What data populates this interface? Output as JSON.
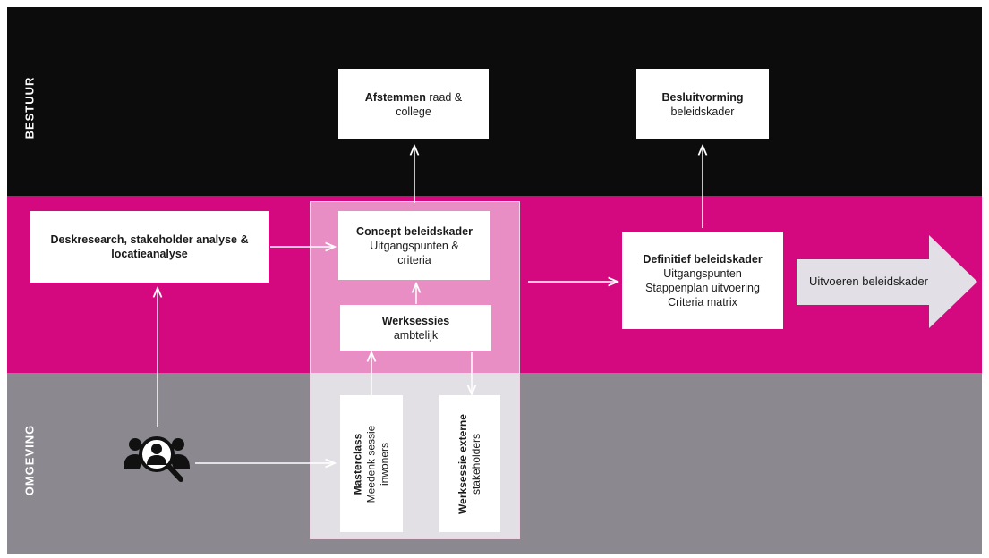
{
  "lanes": {
    "top": "BESTUUR",
    "bottom": "OMGEVING"
  },
  "boxes": {
    "afstemmen": {
      "bold": "Afstemmen",
      "rest": " raad &",
      "line2": "college"
    },
    "besluit": {
      "bold": "Besluitvorming",
      "line2": "beleidskader"
    },
    "desk": {
      "line1": "Deskresearch, stakeholder analyse &",
      "line2": "locatieanalyse"
    },
    "concept": {
      "bold": "Concept beleidskader",
      "line2": "Uitgangspunten &",
      "line3": "criteria"
    },
    "werksessies": {
      "bold": "Werksessies",
      "line2": "ambtelijk"
    },
    "definitief": {
      "bold": "Definitief beleidskader",
      "line2": "Uitgangspunten",
      "line3": "Stappenplan uitvoering",
      "line4": "Criteria matrix"
    },
    "masterclass": {
      "bold": "Masterclass",
      "line2": "Meedenk sessie",
      "line3": "inwoners"
    },
    "externe": {
      "bold": "Werksessie externe",
      "line2": "stakeholders"
    }
  },
  "final_arrow": {
    "label": "Uitvoeren beleidskader"
  },
  "icons": {
    "people": "people-search-icon"
  },
  "colors": {
    "top_band": "#0c0c0c",
    "mid_band": "#d5097f",
    "bottom_band": "#8b888f",
    "overlay_pink": "#e98ec5",
    "overlay_grey": "#e2e0e5"
  }
}
